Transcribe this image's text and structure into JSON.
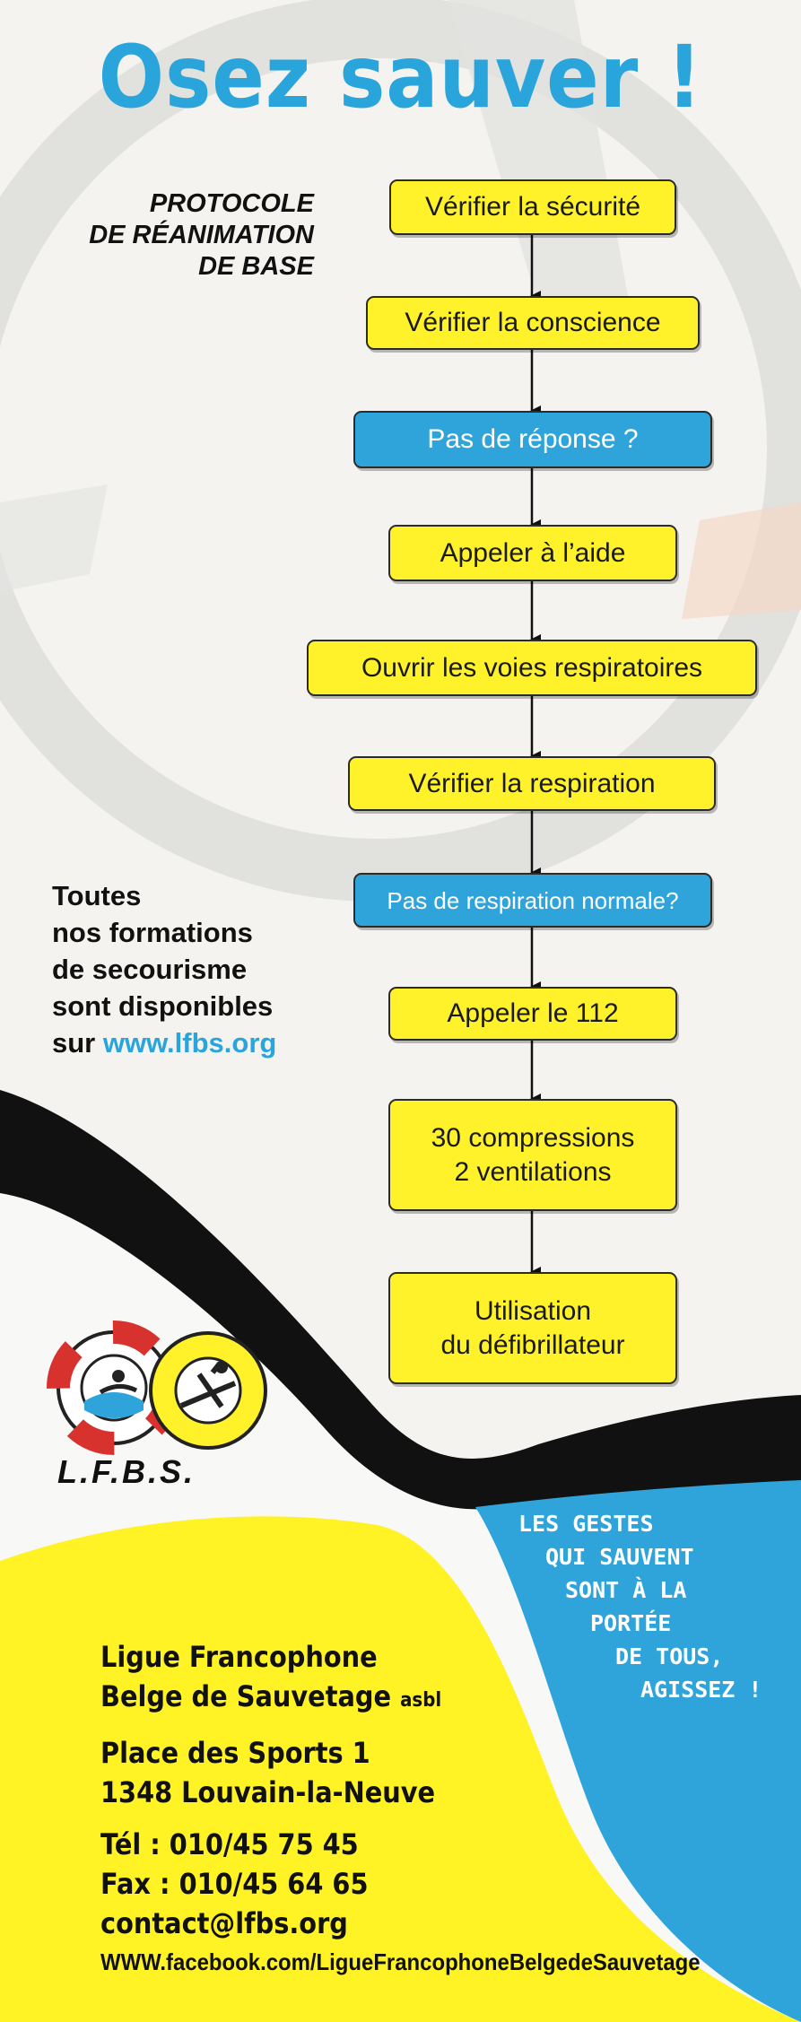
{
  "header": {
    "title": "Osez sauver !"
  },
  "protocol": {
    "lines": [
      "PROTOCOLE",
      "DE RÉANIMATION",
      "DE BASE"
    ]
  },
  "flowchart": {
    "steps": [
      {
        "id": "verifier-securite",
        "lines": [
          "Vérifier la sécurité"
        ],
        "kind": "action"
      },
      {
        "id": "verifier-conscience",
        "lines": [
          "Vérifier la conscience"
        ],
        "kind": "action"
      },
      {
        "id": "pas-de-reponse",
        "lines": [
          "Pas de réponse ?"
        ],
        "kind": "question"
      },
      {
        "id": "appeler-aide",
        "lines": [
          "Appeler à l’aide"
        ],
        "kind": "action"
      },
      {
        "id": "ouvrir-voies",
        "lines": [
          "Ouvrir les voies respiratoires"
        ],
        "kind": "action"
      },
      {
        "id": "verifier-respiration",
        "lines": [
          "Vérifier la respiration"
        ],
        "kind": "action"
      },
      {
        "id": "pas-de-respiration",
        "lines": [
          "Pas de respiration normale?"
        ],
        "kind": "question"
      },
      {
        "id": "appeler-112",
        "lines": [
          "Appeler le 112"
        ],
        "kind": "action"
      },
      {
        "id": "compressions",
        "lines": [
          "30 compressions",
          "2 ventilations"
        ],
        "kind": "action"
      },
      {
        "id": "defibrillateur",
        "lines": [
          "Utilisation",
          "du défibrillateur"
        ],
        "kind": "action"
      }
    ]
  },
  "training": {
    "lines": [
      "Toutes",
      "nos formations",
      "de secourisme",
      "sont disponibles"
    ],
    "prefix": "sur ",
    "link": "www.lfbs.org"
  },
  "logo": {
    "label": "L.F.B.S.",
    "icons": [
      "lifebuoy-red-icon",
      "lifebuoy-yellow-icon"
    ]
  },
  "slogan": {
    "lines": [
      "LES GESTES",
      "QUI SAUVENT",
      "SONT À LA",
      "PORTÉE",
      "DE TOUS,",
      "AGISSEZ !"
    ]
  },
  "contact": {
    "org_line1": "Ligue Francophone",
    "org_line2": "Belge de Sauvetage",
    "org_suffix": "asbl",
    "address_line1": "Place des Sports 1",
    "address_line2": "1348 Louvain-la-Neuve",
    "phone": "Tél : 010/45 75 45",
    "fax": "Fax : 010/45 64 65",
    "email": "contact@lfbs.org",
    "facebook": "WWW.facebook.com/LigueFrancophoneBelgedeSauvetage"
  },
  "colors": {
    "brand_blue": "#2fa4db",
    "step_yellow": "#fff22a",
    "band_black": "#111111",
    "footer_yellow": "#fff225",
    "lifebuoy_red": "#d8322f"
  }
}
